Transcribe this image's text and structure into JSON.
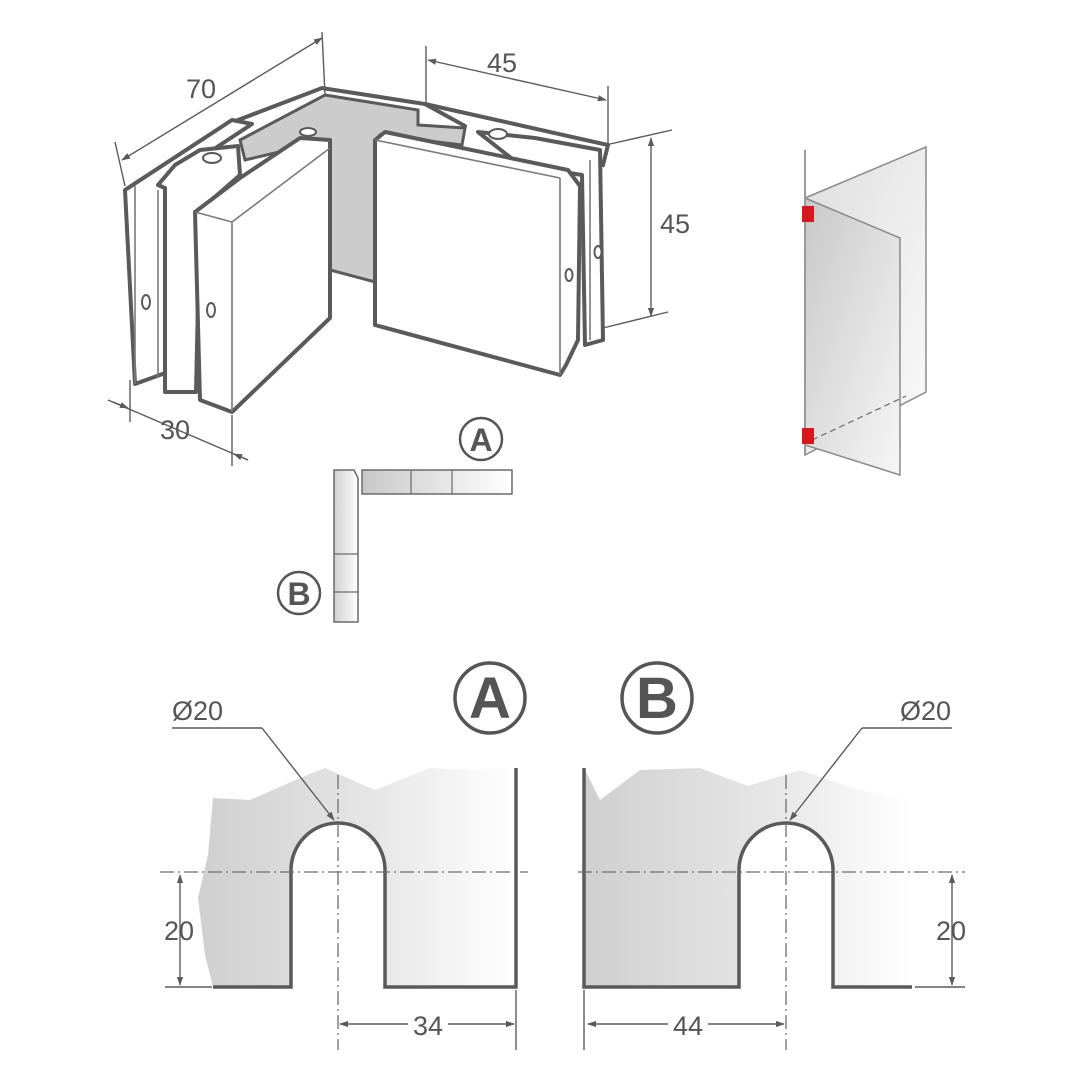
{
  "dimensions": {
    "width_70": "70",
    "top_45": "45",
    "height_45": "45",
    "depth_30": "30",
    "hole_a": "Ø20",
    "hole_b": "Ø20",
    "height_a": "20",
    "height_b": "20",
    "offset_a": "34",
    "offset_b": "44"
  },
  "labels": {
    "a_small": "A",
    "b_small": "B",
    "a_big": "A",
    "b_big": "B"
  },
  "colors": {
    "line": "#5a5a5a",
    "glass_gray": "#d6d6d6",
    "accent_red": "#d8181f"
  }
}
